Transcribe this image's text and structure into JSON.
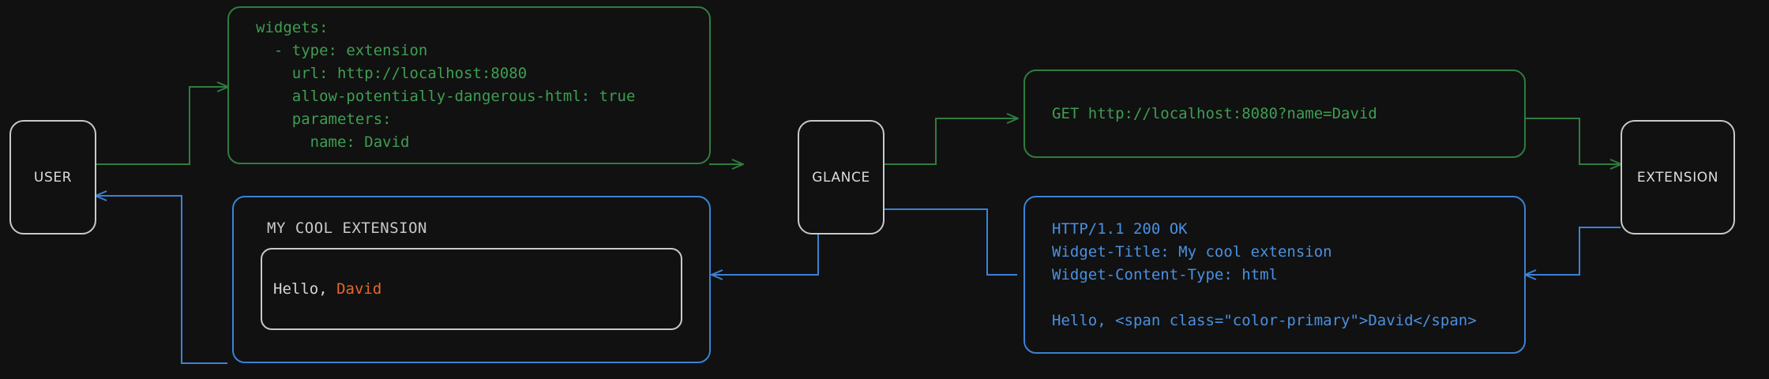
{
  "diagram": {
    "title": "Glance extension widget request flow",
    "background_color": "#111111",
    "colors": {
      "node_border": "#c9c9c9",
      "request_green": "#2f7d3f",
      "request_text_green": "#3e9e52",
      "response_blue": "#3b82d6",
      "response_text_blue": "#4a90e2",
      "accent_orange": "#e8672a",
      "text_light": "#d6d6d6"
    }
  },
  "nodes": {
    "user": {
      "label": "USER"
    },
    "glance": {
      "label": "GLANCE"
    },
    "extension": {
      "label": "EXTENSION"
    }
  },
  "panels": {
    "config_yaml": {
      "name": "glance-config-yaml",
      "color": "green",
      "text": "widgets:\n  - type: extension\n    url: http://localhost:8080\n    allow-potentially-dangerous-html: true\n    parameters:\n      name: David"
    },
    "http_request": {
      "name": "http-get-request",
      "color": "green",
      "text": "GET http://localhost:8080?name=David"
    },
    "http_response": {
      "name": "http-response",
      "color": "blue",
      "text": "HTTP/1.1 200 OK\nWidget-Title: My cool extension\nWidget-Content-Type: html\n\nHello, <span class=\"color-primary\">David</span>"
    },
    "rendered_widget": {
      "name": "rendered-widget-preview",
      "color": "blue",
      "title": "MY COOL EXTENSION",
      "body_prefix": "Hello, ",
      "body_accent": "David"
    }
  }
}
